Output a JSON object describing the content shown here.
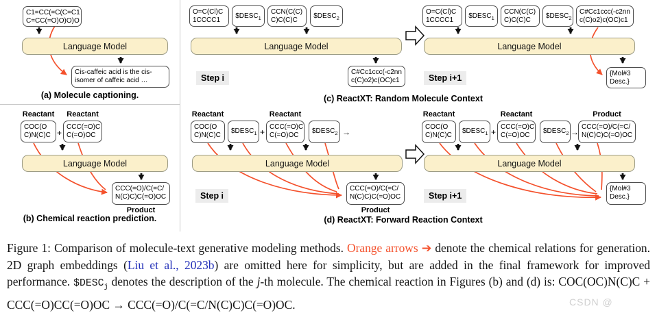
{
  "lm_label": "Language Model",
  "colors": {
    "orange": "#F4512C",
    "citation_blue": "#2330B8",
    "lm_fill": "#FBF0CB"
  },
  "panel_a": {
    "caption": "(a) Molecule captioning.",
    "input": {
      "l1": "C1=CC(=C(C=C1",
      "l2": "C=CC(=O)O)O)O"
    },
    "output": {
      "l1": "Cis-caffeic acid is the cis-",
      "l2": "isomer of caffeic acid …"
    }
  },
  "panel_b": {
    "caption": "(b) Chemical reaction prediction.",
    "reactant_label": "Reactant",
    "product_label": "Product",
    "plus": "+",
    "reactant1": {
      "l1": "COC(O",
      "l2": "C)N(C)C"
    },
    "reactant2": {
      "l1": "CCC(=O)C",
      "l2": "C(=O)OC"
    },
    "product": {
      "l1": "CCC(=O)/C(=C/",
      "l2": "N(C)C)C(=O)OC"
    }
  },
  "panel_c": {
    "caption": "(c) ReactXT: Random Molecule Context",
    "step_i": {
      "label": "Step i",
      "mol1": {
        "l1": "O=C(Cl)C",
        "l2": "1CCCC1"
      },
      "desc1": {
        "base": "$DESC",
        "sub": "1"
      },
      "mol2": {
        "l1": "CCN(C(C)",
        "l2": "C)C(C)C"
      },
      "desc2": {
        "base": "$DESC",
        "sub": "2"
      },
      "output": {
        "l1": "C#Cc1ccc(-c2nn",
        "l2": "c(C)o2)c(OC)c1"
      }
    },
    "step_i1": {
      "label": "Step i+1",
      "mol1": {
        "l1": "O=C(Cl)C",
        "l2": "1CCCC1"
      },
      "desc1": {
        "base": "$DESC",
        "sub": "1"
      },
      "mol2": {
        "l1": "CCN(C(C)",
        "l2": "C)C(C)C"
      },
      "desc2": {
        "base": "$DESC",
        "sub": "2"
      },
      "mol3": {
        "l1": "C#Cc1ccc(-c2nn",
        "l2": "c(C)o2)c(OC)c1"
      },
      "output": {
        "l1": "{Mol#3",
        "l2": "Desc.}"
      }
    }
  },
  "panel_d": {
    "caption": "(d) ReactXT: Forward Reaction Context",
    "reactant_label": "Reactant",
    "product_label": "Product",
    "plus": "+",
    "to_arrow": "→",
    "step_i": {
      "label": "Step i",
      "mol1": {
        "l1": "COC(O",
        "l2": "C)N(C)C"
      },
      "desc1": {
        "base": "$DESC",
        "sub": "1"
      },
      "mol2": {
        "l1": "CCC(=O)C",
        "l2": "C(=O)OC"
      },
      "desc2": {
        "base": "$DESC",
        "sub": "2"
      },
      "output": {
        "l1": "CCC(=O)/C(=C/",
        "l2": "N(C)C)C(=O)OC"
      }
    },
    "step_i1": {
      "label": "Step i+1",
      "mol1": {
        "l1": "COC(O",
        "l2": "C)N(C)C"
      },
      "desc1": {
        "base": "$DESC",
        "sub": "1"
      },
      "mol2": {
        "l1": "CCC(=O)C",
        "l2": "C(=O)OC"
      },
      "desc2": {
        "base": "$DESC",
        "sub": "2"
      },
      "product": {
        "l1": "CCC(=O)/C(=C/",
        "l2": "N(C)C)C(=O)OC"
      },
      "output": {
        "l1": "{Mol#3",
        "l2": "Desc.}"
      }
    }
  },
  "figure_caption": {
    "seg1": "Figure 1: Comparison of molecule-text generative modeling methods. ",
    "orange_text": "Orange arrows ",
    "orange_arrow": "➔",
    "seg2": " denote the chemical relations for generation. 2D graph embeddings (",
    "citation": "Liu et al., 2023b",
    "seg3": ") are omitted here for simplicity, but are added in the final framework for improved performance. ",
    "desc_token": "$DESC",
    "desc_sub": "j",
    "seg4": " denotes the description of the ",
    "j_var": "j",
    "seg5": "-th molecule. The chemical reaction in Figures (b) and (d) is: COC(OC)N(C)C + CCC(=O)CC(=O)OC ",
    "rxn_arrow": "→",
    "seg6": " CCC(=O)/C(=C/N(C)C)C(=O)OC."
  },
  "watermark": "CSDN @"
}
